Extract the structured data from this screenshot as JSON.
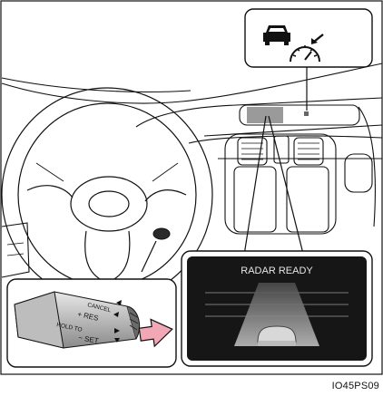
{
  "radar_screen": {
    "title": "RADAR READY"
  },
  "switch_labels": {
    "cancel": "CANCEL",
    "res": "+ RES",
    "holdto": "HOLD TO",
    "set": "− SET"
  },
  "figure_code": "IO45PS09",
  "icons": {
    "callout_icon": "radar-cruise-speedometer-icon",
    "press_arrow": "pink-press-arrow"
  },
  "colors": {
    "line": "#111111",
    "radar_bg": "#161616",
    "radar_text": "#e6e6e6",
    "press_arrow": "#f2a7b6",
    "display_gray": "#9a9a9a"
  }
}
